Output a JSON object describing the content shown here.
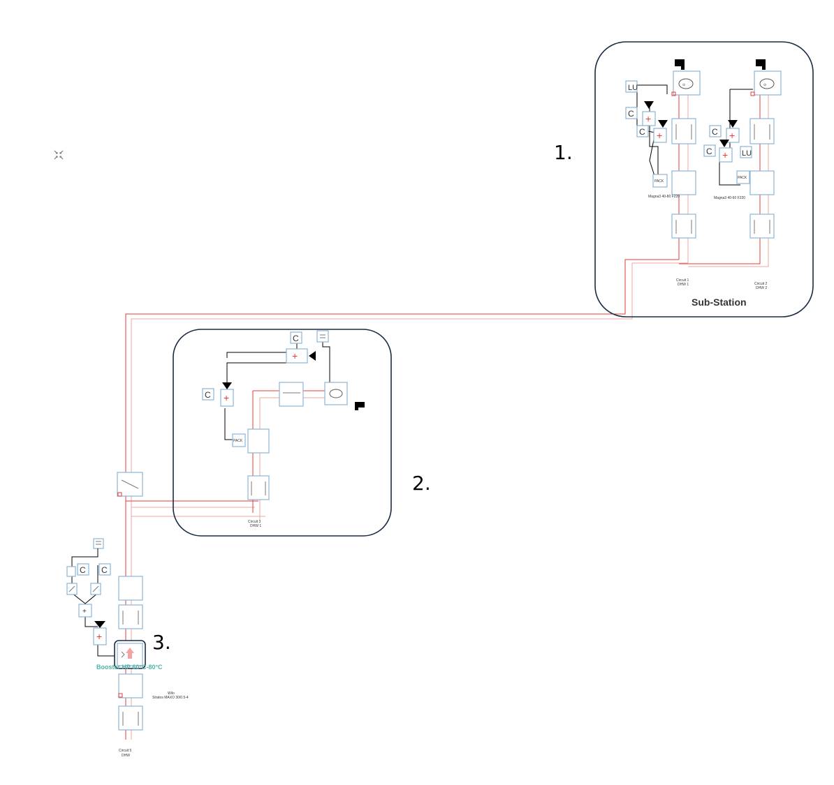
{
  "toolbar": {
    "collapse_icon": "collapse-arrows-icon"
  },
  "annotations": {
    "one": "1.",
    "two": "2.",
    "three": "3."
  },
  "substation": {
    "title": "Sub-Station",
    "pump_label_1": "Magna3 40-80 F220",
    "pump_label_2": "Magna3 40-60 F220",
    "circuit_1": "Circuit 1",
    "dhw_1": "DHW 1",
    "circuit_2": "Circuit 2",
    "dhw_2": "DHW 2"
  },
  "circuit_group_2": {
    "circuit": "Circuit 3",
    "dhw": "DHW 1"
  },
  "booster": {
    "label": "Booster HP 60°C-80°C",
    "pump_brand": "Wilo",
    "pump_model": "Stratos MAXO 30/0.5-4",
    "circuit": "Circuit 5",
    "dhw": "DHW"
  },
  "colors": {
    "frame": "#1a2a44",
    "box_border": "#8db3d6",
    "flow_red": "#e63a3a",
    "return_pink": "#f2a3a3",
    "booster_label": "#4fb3a8"
  }
}
